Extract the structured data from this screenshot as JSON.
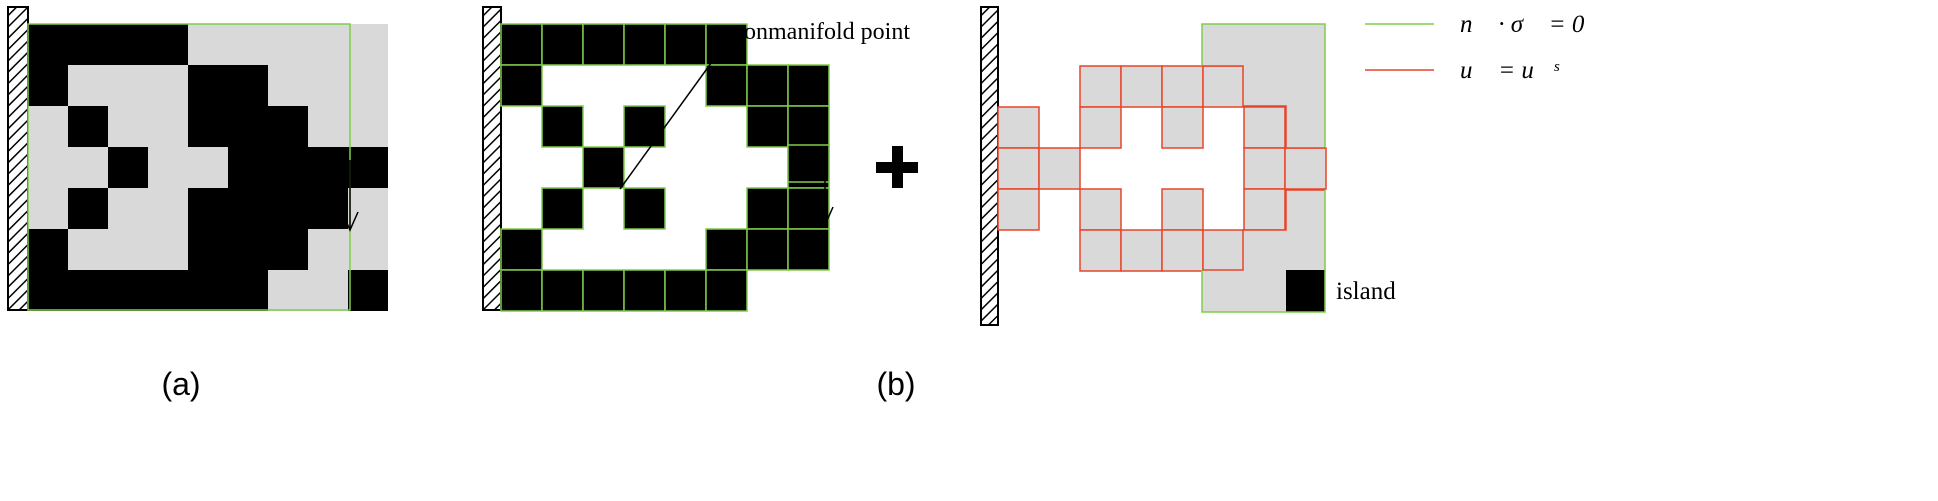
{
  "colors": {
    "solid": "#000000",
    "void": "#d9d9d9",
    "free_edge": "#7fcc4a",
    "fixed_edge": "#e8452a",
    "wall": "#ffffff"
  },
  "labels": {
    "panel_a": "(a)",
    "panel_b": "(b)",
    "nonmanifold": "nonmanifold point",
    "island": "island",
    "plus": "+"
  },
  "legend": [
    {
      "text": "n⃗ · σ⃗ = 0",
      "color": "#7fcc4a"
    },
    {
      "text": "u⃗ = u⃗ˢ",
      "color": "#e8452a"
    }
  ],
  "grids": {
    "a": [
      "111122222",
      "100011222",
      "010011122",
      "221001111",
      "010011112",
      "100011122",
      "111111221"
    ],
    "b": [
      "11111100",
      "10000111",
      "01010011",
      "00100001",
      "01010011",
      "10000111",
      "11111100"
    ],
    "c_red": [
      "00111100",
      "10101010",
      "11000011",
      "10101010",
      "00111100"
    ]
  }
}
